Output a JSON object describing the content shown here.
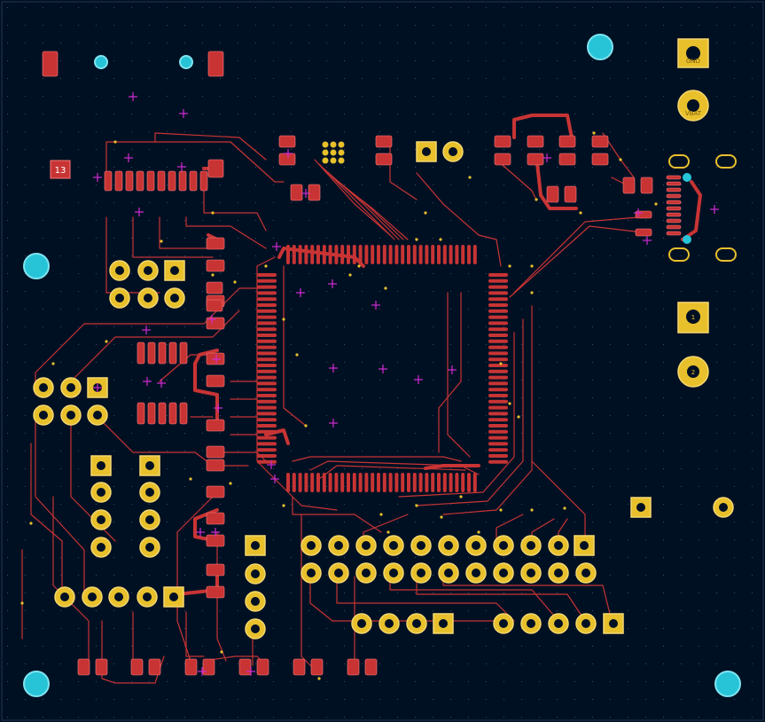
{
  "title": "",
  "colors": {
    "background": "#001023",
    "copper": "#c83434",
    "pad_gold": "#e8c02c",
    "pad_hole": "#001023",
    "mounting_hole": "#27c4d8",
    "via_marker": "#d22ad2",
    "grid_dot": "#3a4a66"
  },
  "labels": {
    "component_ref": "13",
    "j_gnd": "GND",
    "j_vbat": "VBAT",
    "j_pad1": "1",
    "j_pad2": "2"
  },
  "icons": [
    "mounting-hole-icon",
    "via-marker-icon",
    "through-hole-pad-icon",
    "smd-pad-icon"
  ]
}
